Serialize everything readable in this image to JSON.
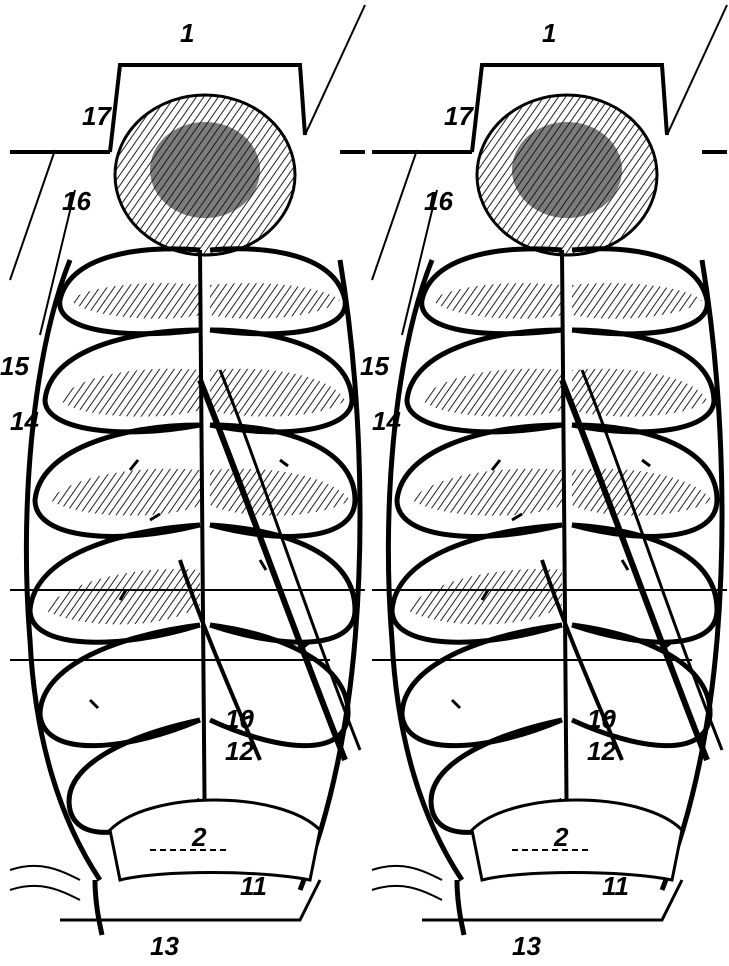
{
  "figure": {
    "panels": [
      {
        "name": "left",
        "labels": [
          "1",
          "17",
          "16",
          "15",
          "14",
          "10",
          "12",
          "2",
          "11",
          "13"
        ]
      },
      {
        "name": "right",
        "labels": [
          "1",
          "17",
          "16",
          "15",
          "14",
          "10",
          "12",
          "2",
          "11",
          "13"
        ]
      }
    ]
  },
  "colors": {
    "ink": "#000000",
    "paper": "#ffffff",
    "hatch": "#3a3a3a"
  }
}
